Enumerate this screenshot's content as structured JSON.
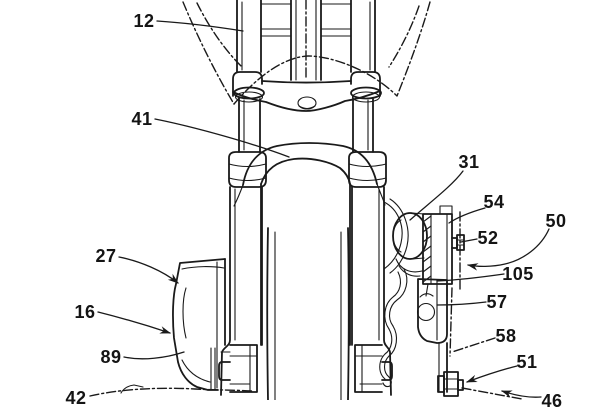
{
  "figure": {
    "kind": "patent line drawing",
    "view": "motorcycle front fork and front wheel assembly, front view",
    "ink_color": "#1a1a1a",
    "background_color": "#ffffff",
    "labels": [
      {
        "text": "12",
        "leader": "plain",
        "clipped": false
      },
      {
        "text": "41",
        "leader": "plain",
        "clipped": false
      },
      {
        "text": "27",
        "leader": "arrow",
        "clipped": false
      },
      {
        "text": "16",
        "leader": "arrow",
        "clipped": false
      },
      {
        "text": "89",
        "leader": "plain",
        "clipped": false
      },
      {
        "text": "31",
        "leader": "plain",
        "clipped": false
      },
      {
        "text": "54",
        "leader": "plain",
        "clipped": false
      },
      {
        "text": "52",
        "leader": "plain",
        "clipped": false
      },
      {
        "text": "50",
        "leader": "arrow",
        "clipped": false
      },
      {
        "text": "105",
        "leader": "plain",
        "clipped": false
      },
      {
        "text": "57",
        "leader": "plain",
        "clipped": false
      },
      {
        "text": "58",
        "leader": "dash-dot",
        "clipped": false
      },
      {
        "text": "51",
        "leader": "arrow",
        "clipped": false
      },
      {
        "text": "42",
        "leader": "dash-dot",
        "clipped": true
      },
      {
        "text": "46",
        "leader": "arrow",
        "clipped": true
      }
    ]
  }
}
